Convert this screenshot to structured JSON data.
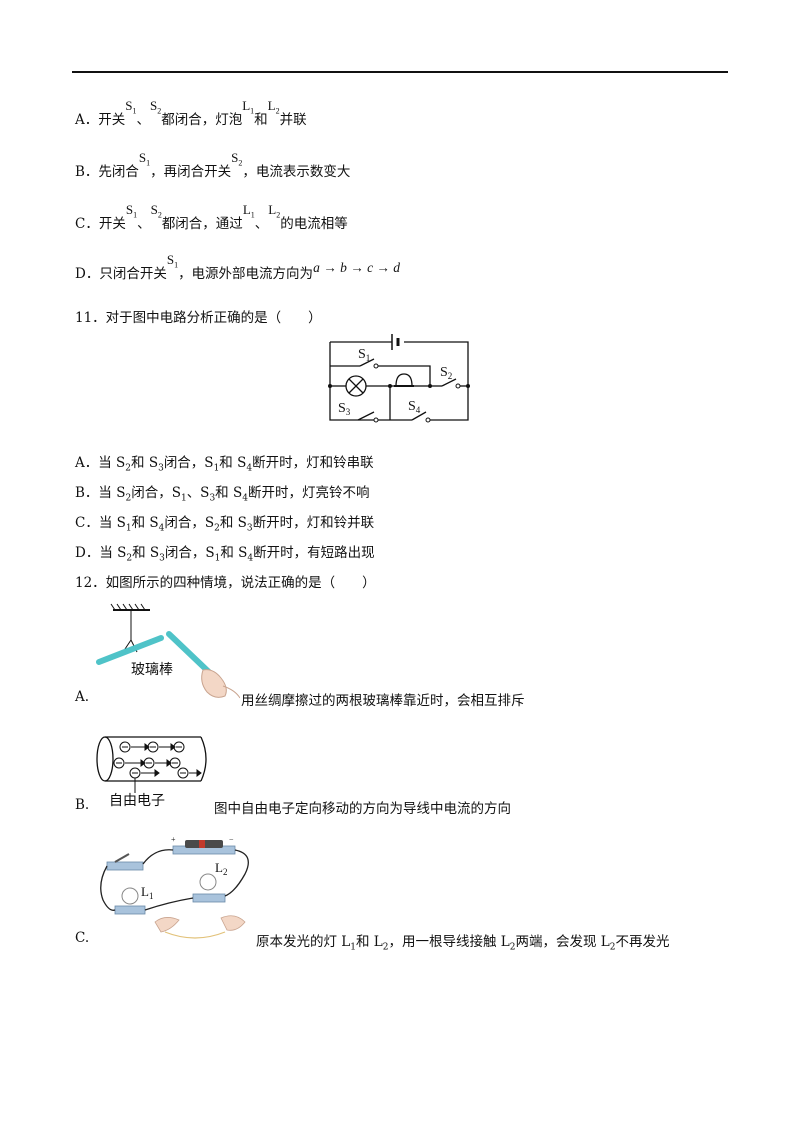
{
  "options_q10": {
    "a": {
      "p1": "A．开关",
      "p2": "、",
      "p3": "都闭合，灯泡",
      "p4": "和",
      "p5": "并联"
    },
    "b": {
      "p1": "B．先闭合",
      "p2": "，再闭合开关",
      "p3": "，电流表示数变大"
    },
    "c": {
      "p1": "C．开关",
      "p2": "、",
      "p3": "都闭合，通过",
      "p4": "、",
      "p5": "的电流相等"
    },
    "d": {
      "p1": "D．只闭合开关",
      "p2": "，电源外部电流方向为",
      "path": "a → b → c → d"
    }
  },
  "symbols": {
    "S": "S",
    "L": "L",
    "n1": "1",
    "n2": "2",
    "n3": "3",
    "n4": "4"
  },
  "q11": {
    "stem": "11．对于图中电路分析正确的是（　　）",
    "options": [
      {
        "pre": "A．当 S",
        "s1": "2",
        "m1": "和 S",
        "s2": "3",
        "m2": "闭合，S",
        "s3": "1",
        "m3": "和 S",
        "s4": "4",
        "post": "断开时，灯和铃串联"
      },
      {
        "pre": "B．当 S",
        "s1": "2",
        "m1": "闭合，S",
        "s2": "1",
        "m2": "、S",
        "s3": "3",
        "m3": "和 S",
        "s4": "4",
        "post": "断开时，灯亮铃不响"
      },
      {
        "pre": "C．当 S",
        "s1": "1",
        "m1": "和 S",
        "s2": "4",
        "m2": "闭合，S",
        "s3": "2",
        "m3": "和 S",
        "s4": "3",
        "post": "断开时，灯和铃并联"
      },
      {
        "pre": "D．当 S",
        "s1": "2",
        "m1": "和 S",
        "s2": "3",
        "m2": "闭合，S",
        "s3": "1",
        "m3": "和 S",
        "s4": "4",
        "post": "断开时，有短路出现"
      }
    ]
  },
  "q12": {
    "stem": "12．如图所示的四种情境，说法正确的是（　　）",
    "a": {
      "letter": "A.",
      "label": "玻璃棒",
      "text": "用丝绸摩擦过的两根玻璃棒靠近时，会相互排斥"
    },
    "b": {
      "letter": "B.",
      "label": "自由电子",
      "text": "图中自由电子定向移动的方向为导线中电流的方向"
    },
    "c": {
      "letter": "C.",
      "text_pre": "原本发光的灯 L",
      "s1": "1",
      "m1": "和 L",
      "s2": "2",
      "m2": "，用一根导线接触 L",
      "s3": "2",
      "m3": "两端，会发现 L",
      "s4": "2",
      "post": "不再发光"
    },
    "colors": {
      "glass_rod": "#4fc3c8",
      "base": "#a9c3dc",
      "wire": "#222222"
    }
  }
}
